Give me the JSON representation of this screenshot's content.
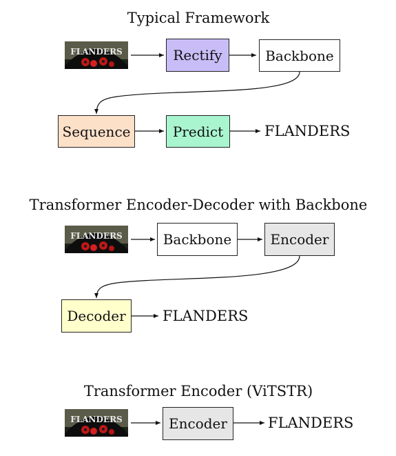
{
  "panels": [
    {
      "title": "Typical Framework",
      "boxes": [
        "Rectify",
        "Backbone",
        "Sequence",
        "Predict"
      ],
      "output": "FLANDERS"
    },
    {
      "title": "Transformer Encoder-Decoder with Backbone",
      "boxes": [
        "Backbone",
        "Encoder",
        "Decoder"
      ],
      "output": "FLANDERS"
    },
    {
      "title": "Transformer Encoder (ViTSTR)",
      "boxes": [
        "Encoder"
      ],
      "output": "FLANDERS"
    }
  ],
  "input_image_text": "FLANDERS",
  "colors": {
    "rectify": "#c9bdf7",
    "sequence": "#fde0c8",
    "predict": "#a9f5cf",
    "encoder": "#e6e6e6",
    "decoder": "#ffffcc",
    "backbone": "#ffffff"
  }
}
